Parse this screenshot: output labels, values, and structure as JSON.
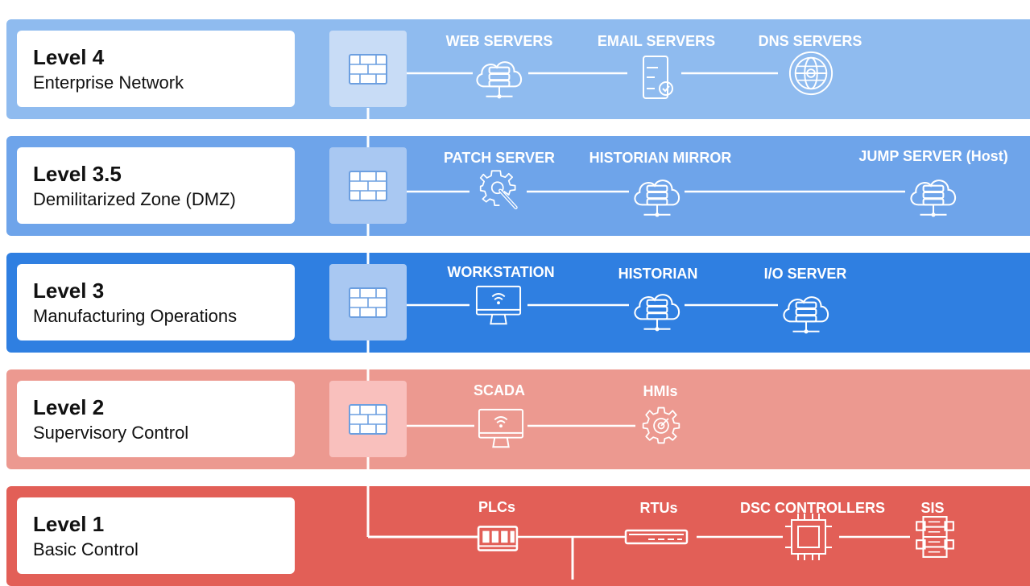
{
  "levels": [
    {
      "id": "l4",
      "level": "Level 4",
      "name": "Enterprise Network"
    },
    {
      "id": "l35",
      "level": "Level 3.5",
      "name": "Demilitarized Zone (DMZ)"
    },
    {
      "id": "l3",
      "level": "Level 3",
      "name": "Manufacturing Operations"
    },
    {
      "id": "l2",
      "level": "Level 2",
      "name": "Supervisory Control"
    },
    {
      "id": "l1",
      "level": "Level 1",
      "name": "Basic Control"
    }
  ],
  "nodes": {
    "l4": [
      "WEB SERVERS",
      "EMAIL SERVERS",
      "DNS SERVERS"
    ],
    "l35": [
      "PATCH SERVER",
      "HISTORIAN MIRROR",
      "JUMP SERVER (Host)"
    ],
    "l3": [
      "WORKSTATION",
      "HISTORIAN",
      "I/O SERVER"
    ],
    "l2": [
      "SCADA",
      "HMIs"
    ],
    "l1": [
      "PLCs",
      "RTUs",
      "DSC CONTROLLERS",
      "SIS"
    ]
  },
  "icons": {
    "firewall": "firewall-icon",
    "l4": [
      "cloud-server-icon",
      "email-server-icon",
      "globe-icon"
    ],
    "l35": [
      "gear-wrench-icon",
      "cloud-server-icon",
      "cloud-server-icon"
    ],
    "l3": [
      "monitor-wifi-icon",
      "cloud-server-icon",
      "cloud-server-icon"
    ],
    "l2": [
      "monitor-wifi-icon",
      "gear-target-icon"
    ],
    "l1": [
      "plc-icon",
      "rtu-icon",
      "chip-icon",
      "rack-icon"
    ]
  },
  "colors": {
    "level4": "#8fbbef",
    "level35": "#6ea4ea",
    "level3": "#2f7fe1",
    "level2": "#ec9990",
    "level1": "#e25f57"
  }
}
